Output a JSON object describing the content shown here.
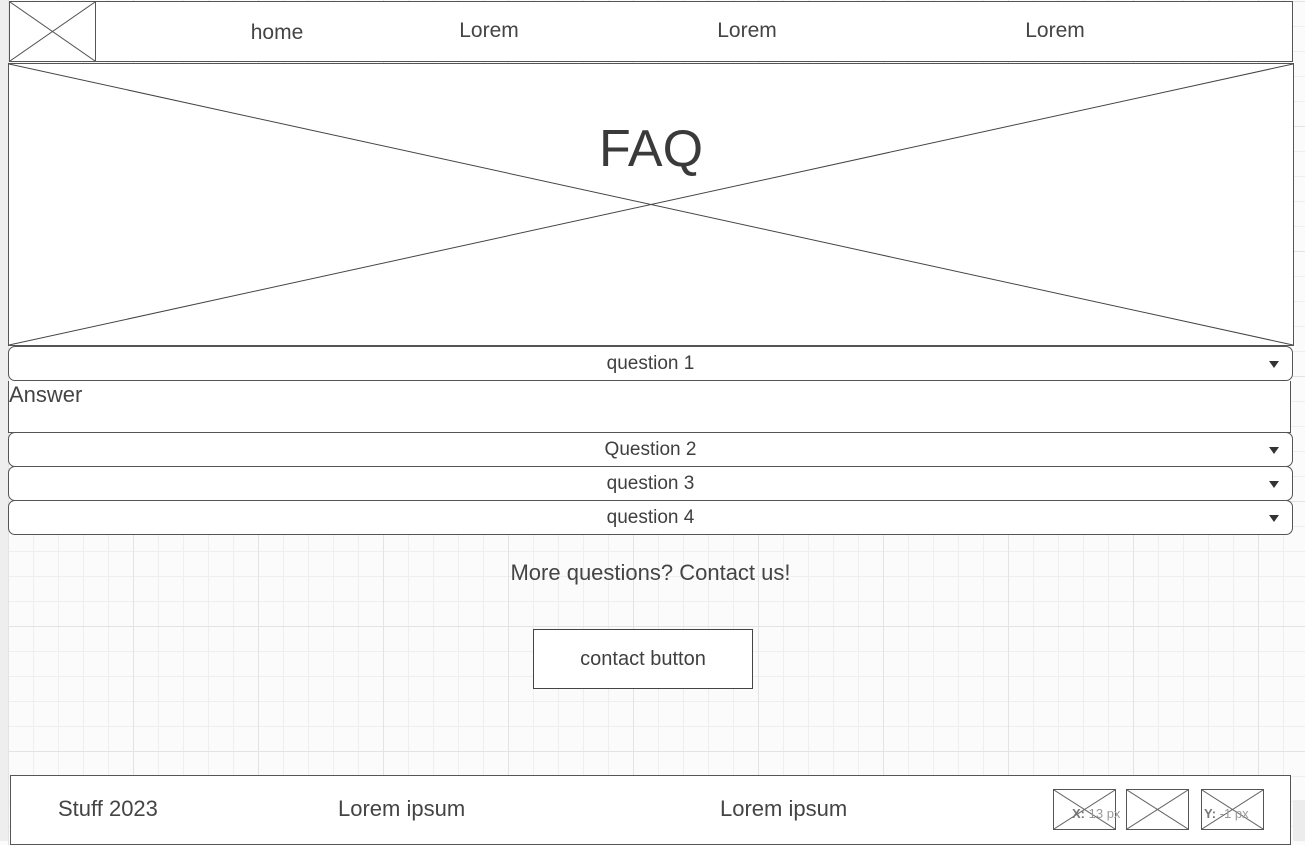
{
  "nav": {
    "logo_icon": "placeholder-image-icon",
    "items": [
      {
        "label": "home"
      },
      {
        "label": "Lorem"
      },
      {
        "label": "Lorem"
      },
      {
        "label": "Lorem"
      }
    ]
  },
  "hero": {
    "title": "FAQ",
    "image_icon": "placeholder-image-icon"
  },
  "faq": {
    "items": [
      {
        "question": "question 1",
        "expanded": true,
        "answer": "Answer"
      },
      {
        "question": "Question 2",
        "expanded": false
      },
      {
        "question": "question 3",
        "expanded": false
      },
      {
        "question": "question 4",
        "expanded": false
      }
    ],
    "caret_icon": "caret-down-icon"
  },
  "contact": {
    "prompt": "More questions? Contact us!",
    "button_label": "contact button"
  },
  "footer": {
    "copyright": "Stuff 2023",
    "link1": "Lorem ipsum",
    "link2": "Lorem ipsum",
    "social_icons": [
      "placeholder-image-icon",
      "placeholder-image-icon",
      "placeholder-image-icon"
    ]
  },
  "coordinate_readout": {
    "x_label": "X:",
    "x_value": "13 px",
    "y_label": "Y:",
    "y_value": "-1 px"
  },
  "colors": {
    "stroke": "#555555",
    "text": "#3c3c3c",
    "grid": "#e3e3e3"
  }
}
